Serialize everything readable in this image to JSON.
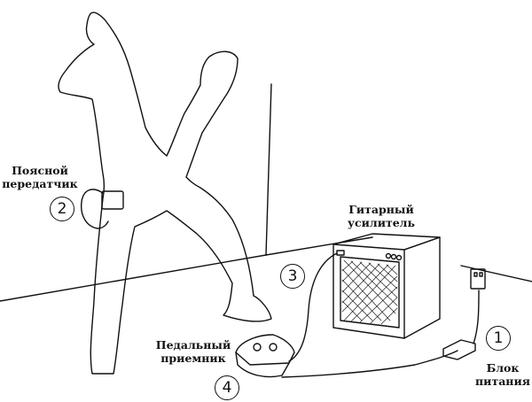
{
  "labels": {
    "belt_transmitter": {
      "line1": "Поясной",
      "line2": "передатчик",
      "number": "2"
    },
    "guitar_amplifier": {
      "line1": "Гитарный",
      "line2": "усилитель",
      "number": "3"
    },
    "pedal_receiver": {
      "line1": "Педальный",
      "line2": "приемник",
      "number": "4"
    },
    "power_supply": {
      "line1": "Блок",
      "line2": "питания",
      "number": "1"
    }
  }
}
